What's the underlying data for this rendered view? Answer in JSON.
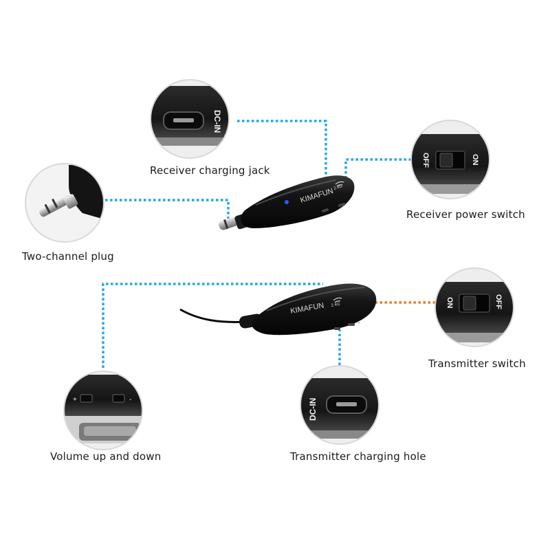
{
  "product": {
    "brand": "KIMAFUN",
    "band": "2.4G"
  },
  "callouts": {
    "receiver_charging_jack": {
      "label": "Receiver charging jack",
      "marking": "DC-IN"
    },
    "receiver_power_switch": {
      "label": "Receiver power switch",
      "marking_off": "OFF",
      "marking_on": "ON"
    },
    "two_channel_plug": {
      "label": "Two-channel plug"
    },
    "volume": {
      "label": "Volume up and down",
      "marking_plus": "+",
      "marking_minus": "-"
    },
    "transmitter_switch": {
      "label": "Transmitter switch",
      "marking_on": "ON",
      "marking_off": "OFF"
    },
    "transmitter_charging_hole": {
      "label": "Transmitter charging hole",
      "marking": "DC-IN"
    }
  },
  "colors": {
    "leader_blue": "#1ea7e8",
    "leader_orange": "#f07820",
    "device_black": "#111111",
    "led_blue": "#2a5cff"
  }
}
